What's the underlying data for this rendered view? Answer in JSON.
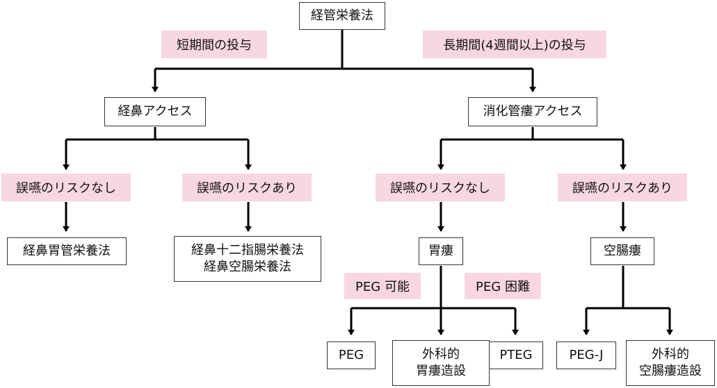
{
  "nodes": {
    "root": "経管栄養法",
    "nasal": "経鼻アクセス",
    "gi": "消化管瘻アクセス",
    "nasal_gastric": "経鼻胃管栄養法",
    "nasal_duodenal_1": "経鼻十二指腸栄養法",
    "nasal_duodenal_2": "経鼻空腸栄養法",
    "gastrostomy": "胃瘻",
    "jejunostomy": "空腸瘻",
    "peg": "PEG",
    "surgical_gastrostomy_1": "外科的",
    "surgical_gastrostomy_2": "胃瘻造設",
    "pteg": "PTEG",
    "peg_j": "PEG-J",
    "surgical_jejunostomy_1": "外科的",
    "surgical_jejunostomy_2": "空腸瘻造設"
  },
  "labels": {
    "short_term": "短期間の投与",
    "long_term": "長期間(4週間以上)の投与",
    "nasal_no_risk": "誤嚥のリスクなし",
    "nasal_risk": "誤嚥のリスクあり",
    "gi_no_risk": "誤嚥のリスクなし",
    "gi_risk": "誤嚥のリスクあり",
    "peg_possible": "PEG 可能",
    "peg_difficult": "PEG 困難"
  },
  "colors": {
    "label_bg": "#f8d6e3",
    "line": "#000000"
  }
}
